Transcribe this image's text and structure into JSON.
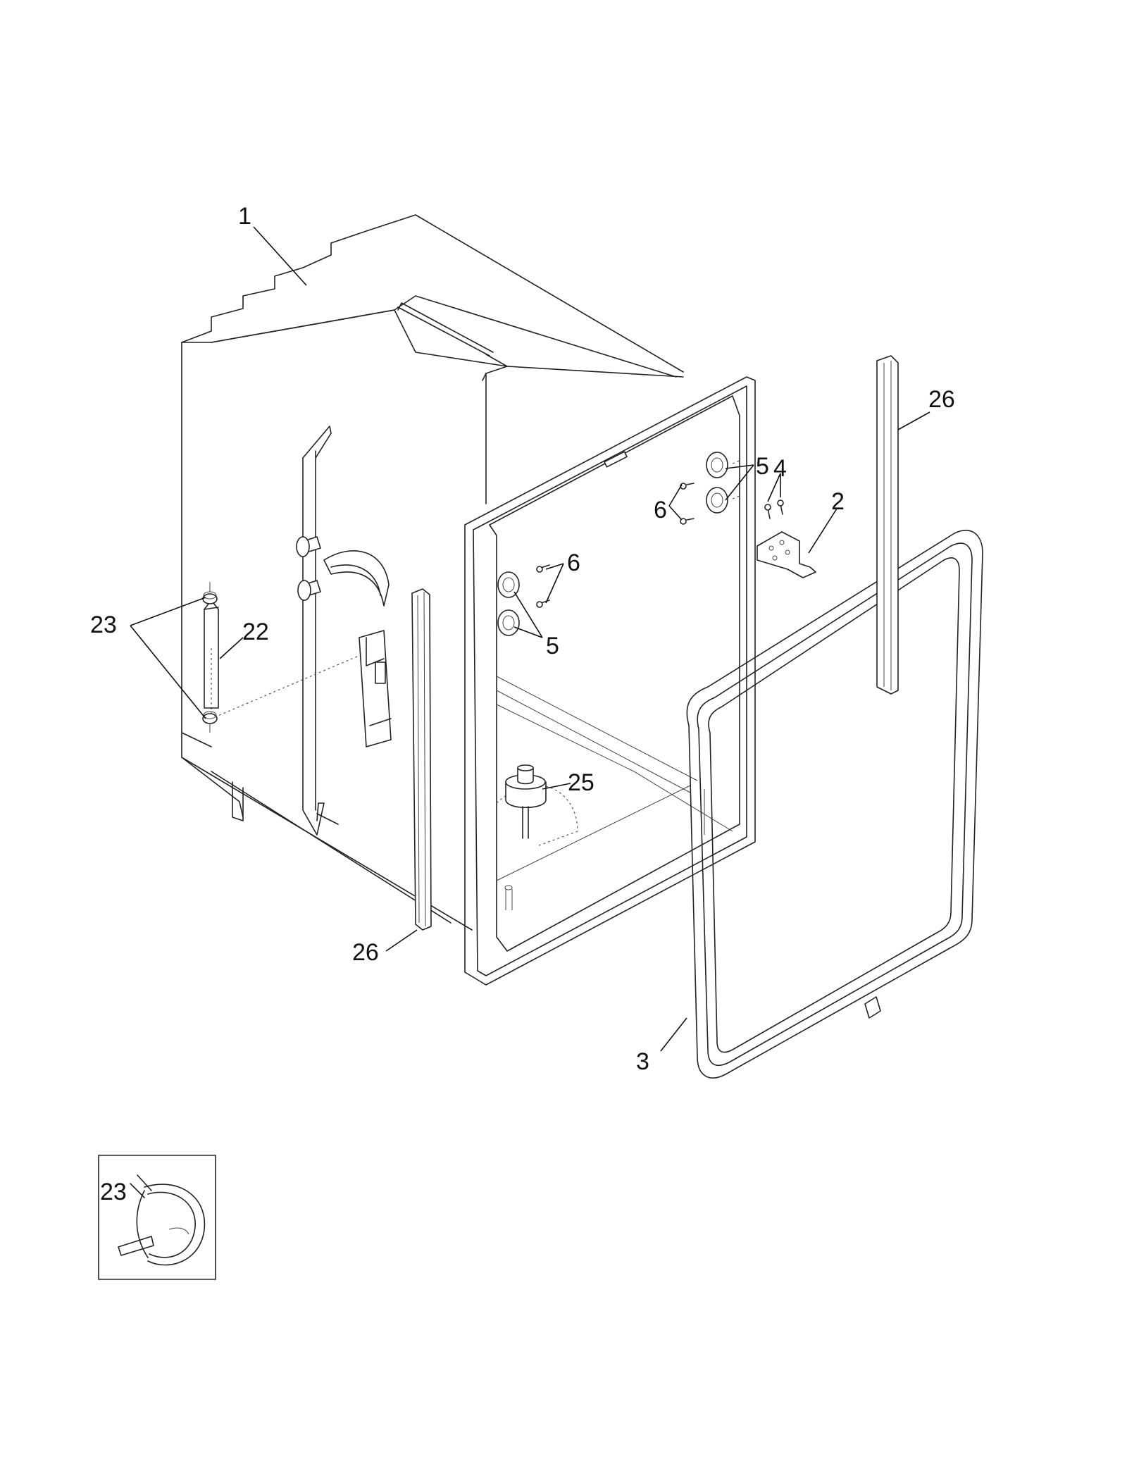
{
  "labels": {
    "p1": "1",
    "p2": "2",
    "p3": "3",
    "p4": "4",
    "p5_upper": "5",
    "p5_lower": "5",
    "p6_upper": "6",
    "p6_lower": "6",
    "p22": "22",
    "p23": "23",
    "p23_inset": "23",
    "p25": "25",
    "p26_right": "26",
    "p26_left": "26"
  }
}
